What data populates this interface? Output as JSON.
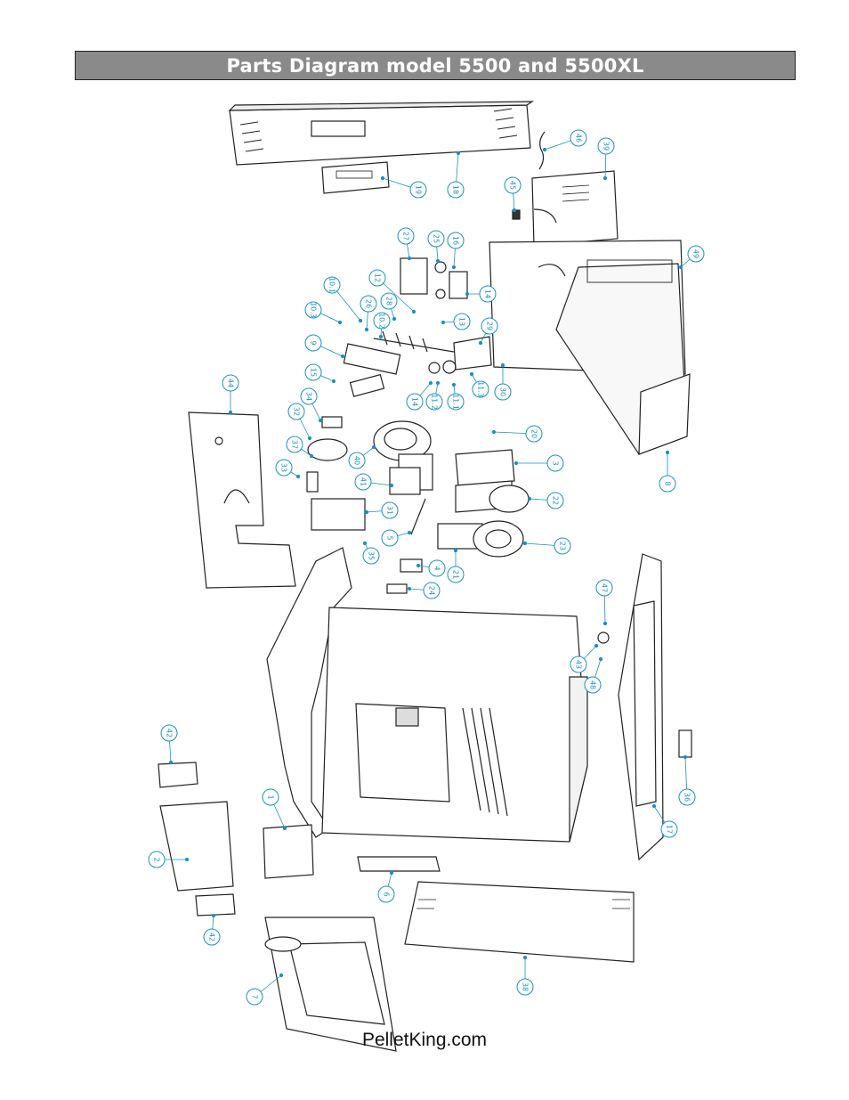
{
  "header": {
    "title": "Parts Diagram model 5500 and 5500XL"
  },
  "footer": {
    "text": "PelletKing.com"
  },
  "colors": {
    "callout": "#1a8fc8",
    "line": "#222222",
    "title_bg": "#8a8a8a"
  },
  "callouts": [
    "46",
    "39",
    "18",
    "19",
    "45",
    "49",
    "27",
    "25",
    "16",
    "12",
    "14",
    "10.1",
    "28",
    "26",
    "10.2",
    "13",
    "10.3",
    "29",
    "9",
    "44",
    "15",
    "14",
    "11.2",
    "11.1",
    "11.3",
    "30",
    "34",
    "32",
    "20",
    "37",
    "40",
    "3",
    "33",
    "41",
    "8",
    "22",
    "31",
    "5",
    "35",
    "4",
    "21",
    "23",
    "24",
    "47",
    "43",
    "48",
    "42",
    "36",
    "1",
    "17",
    "2",
    "6",
    "42",
    "38",
    "7"
  ]
}
